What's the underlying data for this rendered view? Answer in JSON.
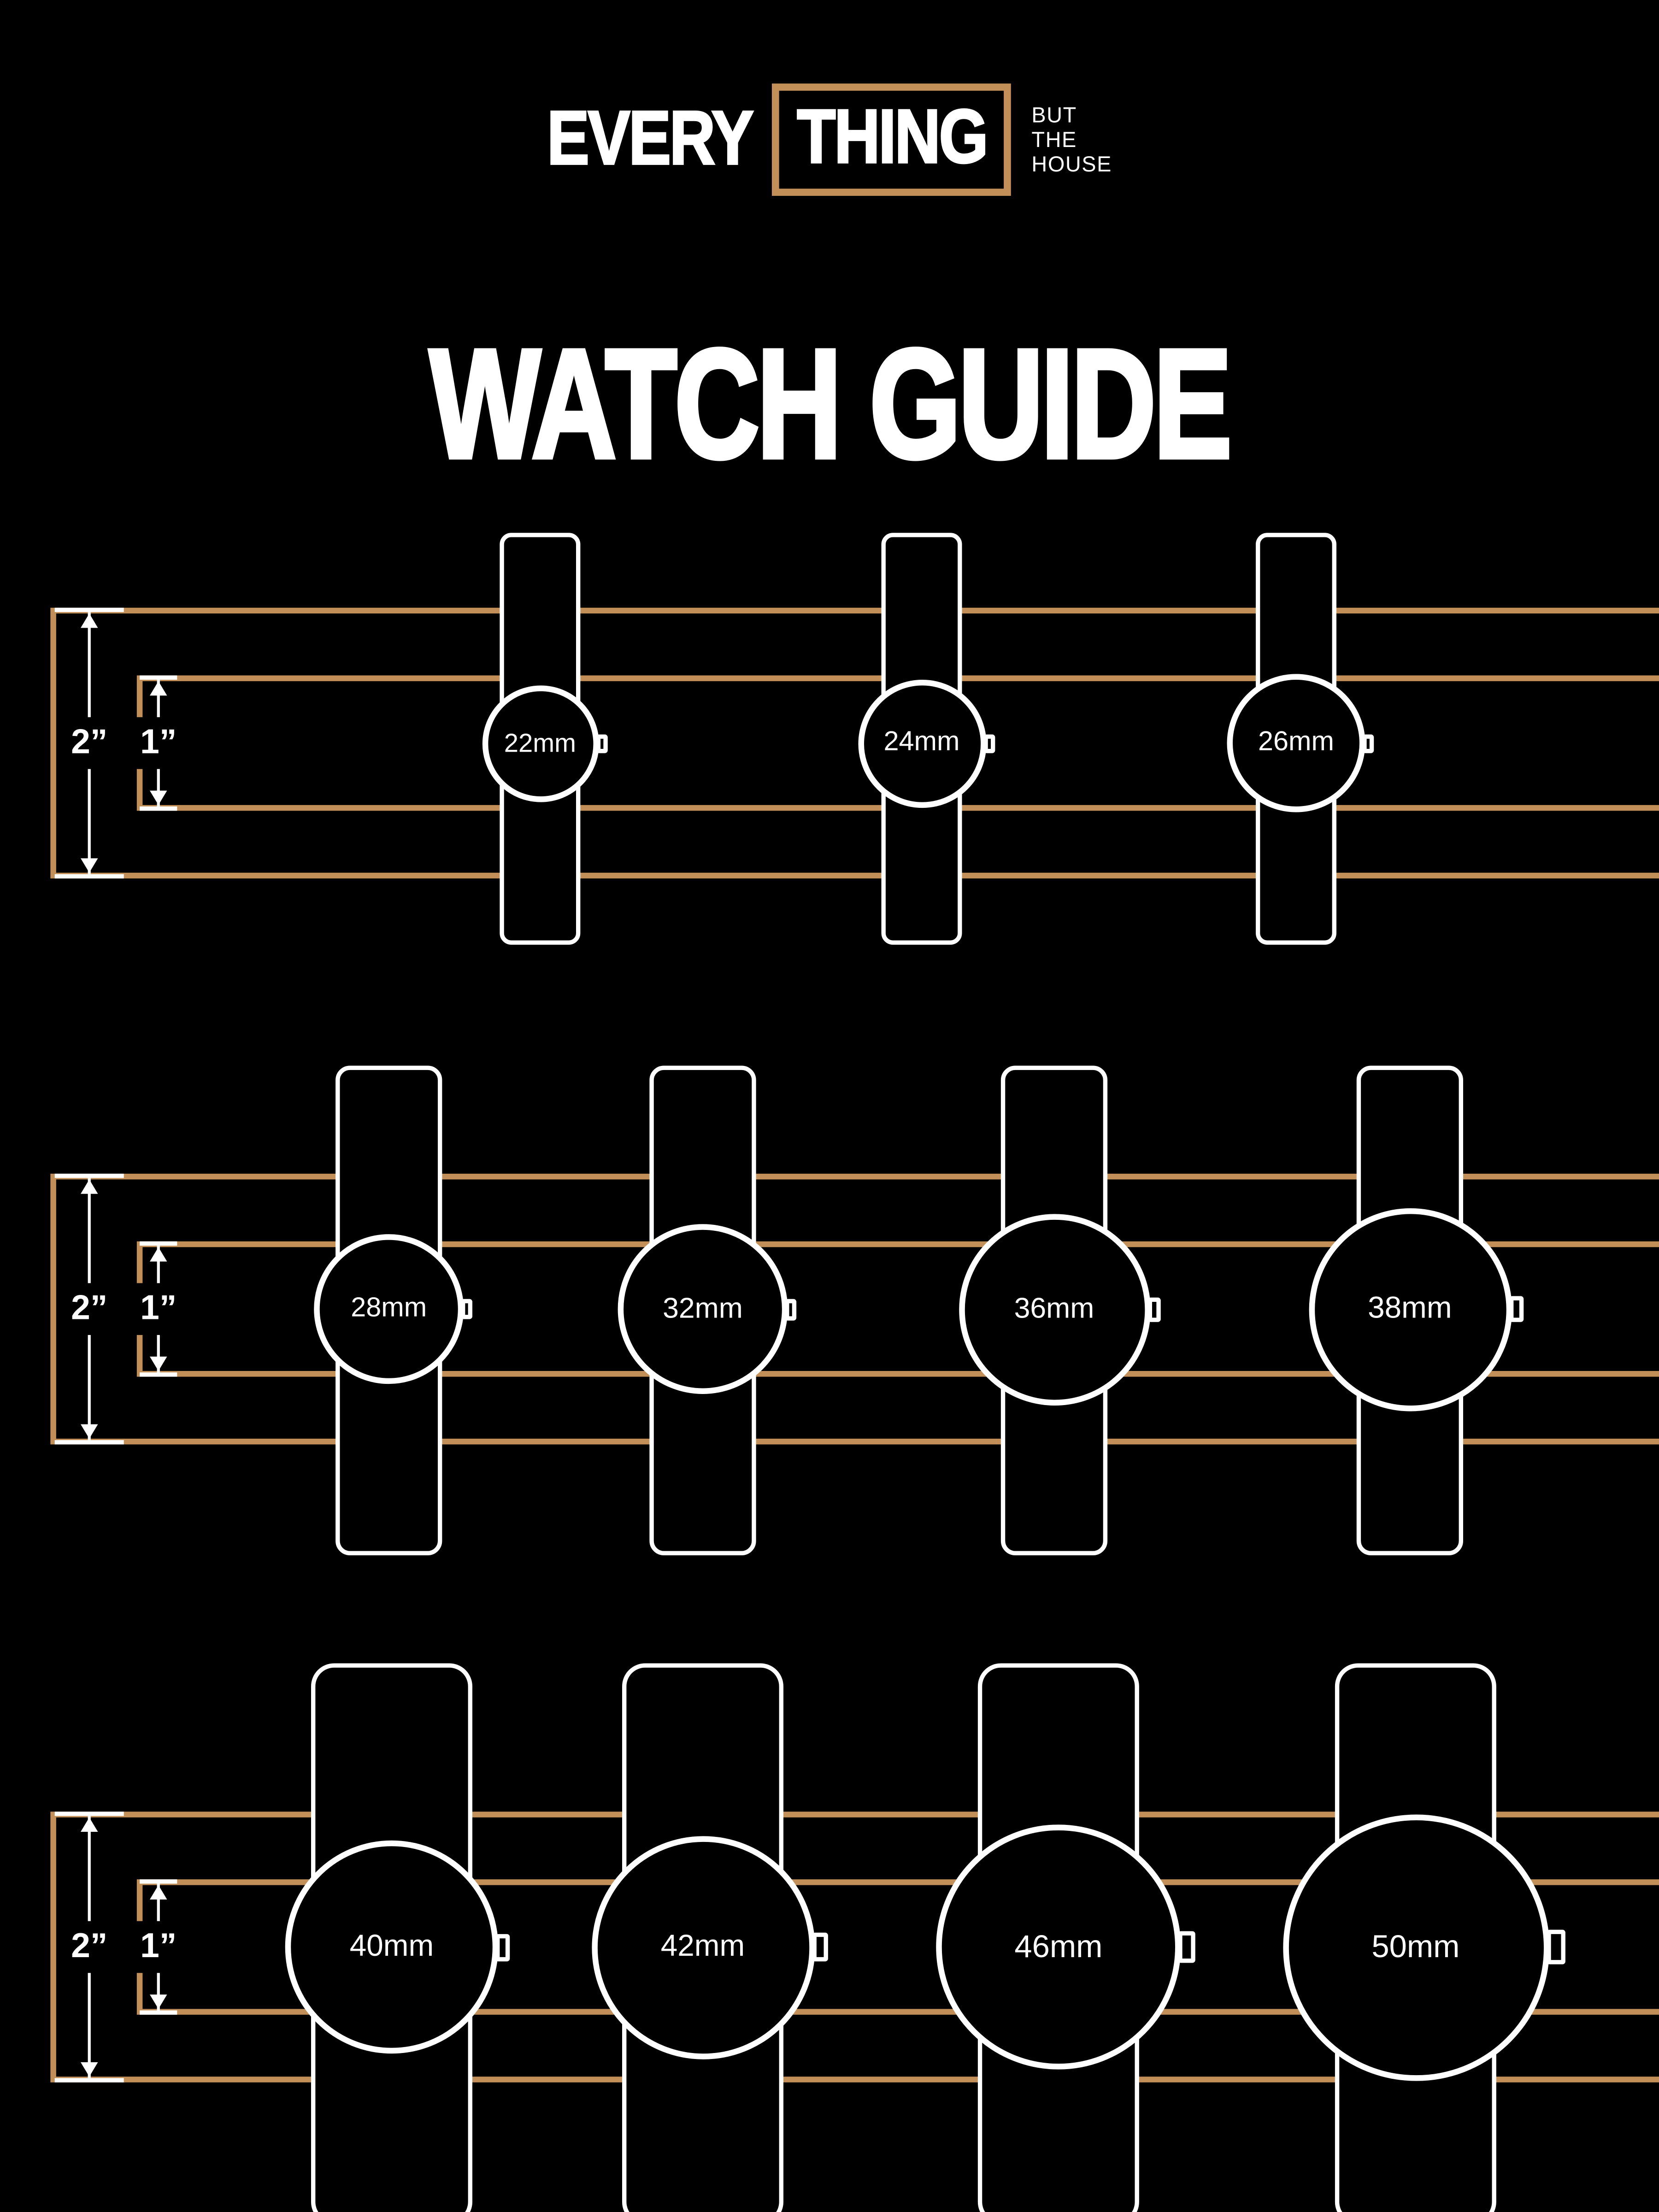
{
  "brand": {
    "word1": "EVERY",
    "word2": "THING",
    "tagline": [
      "BUT",
      "THE",
      "HOUSE"
    ]
  },
  "title": "WATCH GUIDE",
  "colors": {
    "background": "#000000",
    "accent": "#C28F58",
    "line": "#FFFFFF",
    "text": "#FFFFFF"
  },
  "dimension_labels": {
    "outer": "2”",
    "inner": "1”"
  },
  "rows": [
    {
      "watches": [
        {
          "label": "22mm",
          "mm": 22
        },
        {
          "label": "24mm",
          "mm": 24
        },
        {
          "label": "26mm",
          "mm": 26
        }
      ]
    },
    {
      "watches": [
        {
          "label": "28mm",
          "mm": 28
        },
        {
          "label": "32mm",
          "mm": 32
        },
        {
          "label": "36mm",
          "mm": 36
        },
        {
          "label": "38mm",
          "mm": 38
        }
      ]
    },
    {
      "watches": [
        {
          "label": "40mm",
          "mm": 40
        },
        {
          "label": "42mm",
          "mm": 42
        },
        {
          "label": "46mm",
          "mm": 46
        },
        {
          "label": "50mm",
          "mm": 50
        }
      ]
    }
  ]
}
